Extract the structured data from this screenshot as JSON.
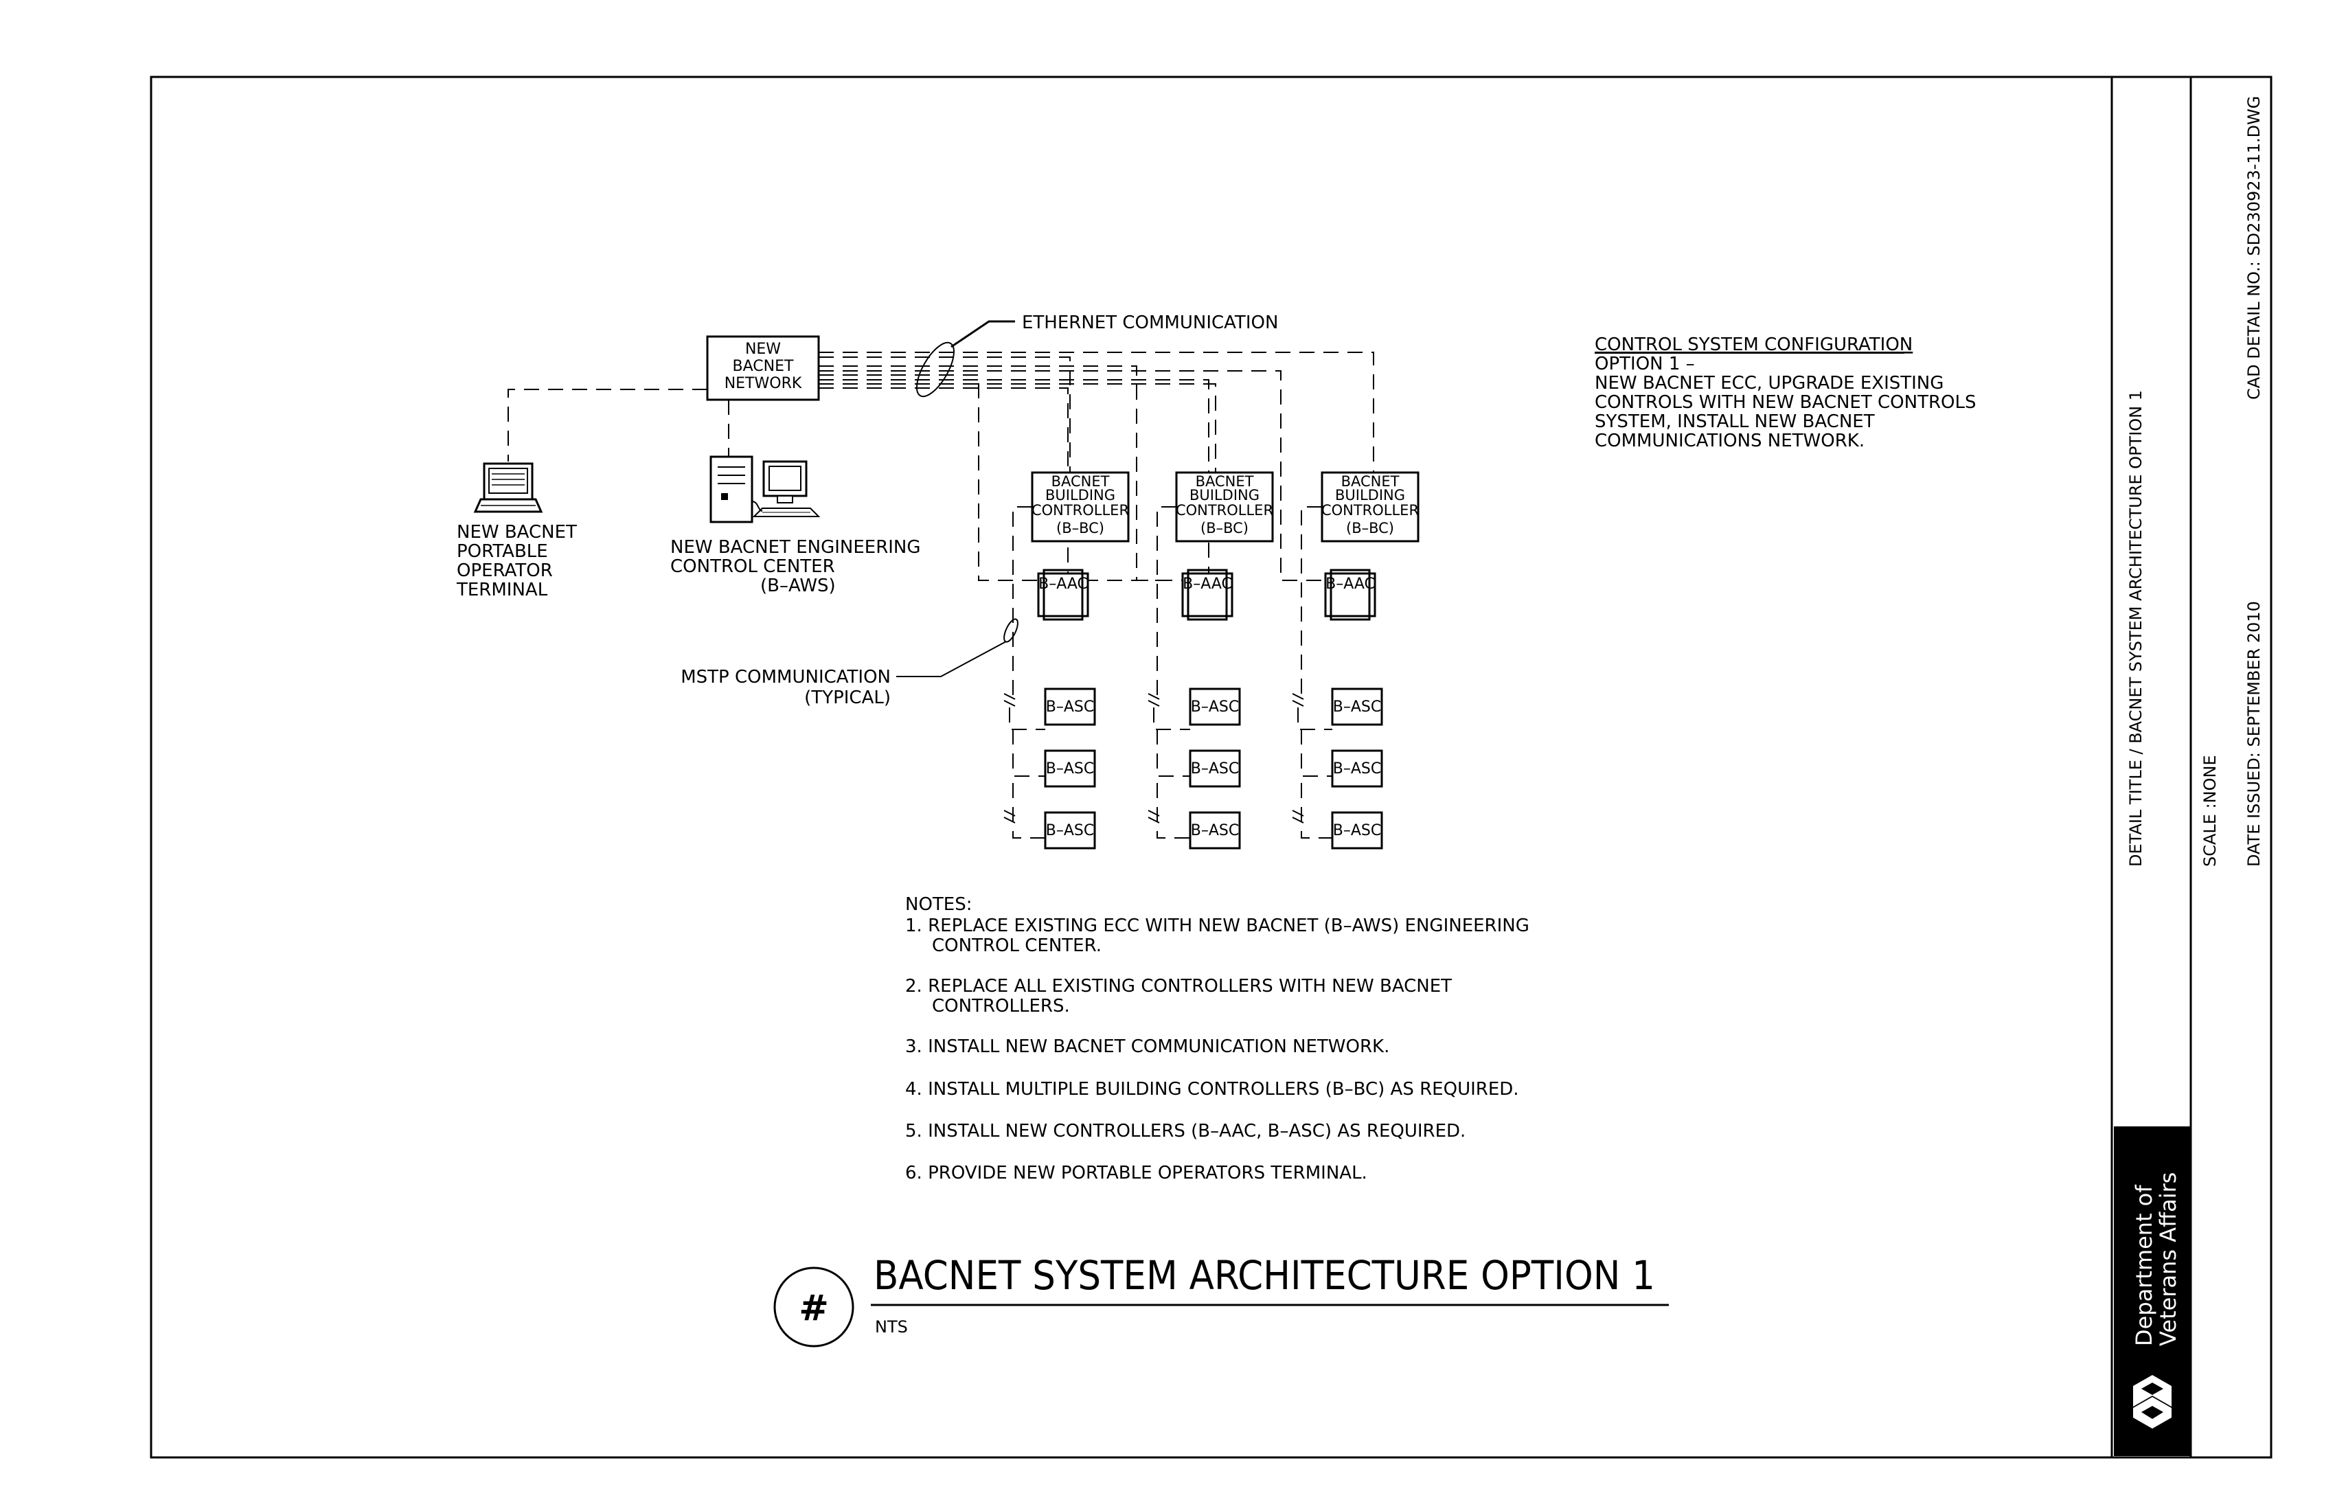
{
  "diagram": {
    "network": {
      "lines": [
        "NEW",
        "BACNET",
        "NETWORK"
      ]
    },
    "ethernet_label": "ETHERNET COMMUNICATION",
    "portable_terminal_label": [
      "NEW BACNET",
      "PORTABLE",
      "OPERATOR",
      "TERMINAL"
    ],
    "engineering_center_label": [
      "NEW BACNET ENGINEERING",
      "CONTROL CENTER",
      "(B–AWS)"
    ],
    "building_controller_lines": [
      "BACNET",
      "BUILDING",
      "CONTROLLER",
      "(B–BC)"
    ],
    "aac_label": "B–AAC",
    "asc_label": "B–ASC",
    "mstp_label": [
      "MSTP COMMUNICATION",
      "(TYPICAL)"
    ]
  },
  "configuration": {
    "heading": "CONTROL SYSTEM CONFIGURATION",
    "lines": [
      "OPTION 1 –",
      "NEW BACNET ECC, UPGRADE EXISTING",
      "CONTROLS WITH NEW BACNET CONTROLS",
      "SYSTEM, INSTALL NEW BACNET",
      "COMMUNICATIONS NETWORK."
    ]
  },
  "notes": {
    "heading": "NOTES:",
    "items": [
      [
        "1. REPLACE EXISTING ECC WITH NEW BACNET (B–AWS) ENGINEERING",
        "CONTROL CENTER."
      ],
      [
        "2. REPLACE ALL EXISTING CONTROLLERS WITH NEW BACNET",
        "CONTROLLERS."
      ],
      [
        "3. INSTALL NEW BACNET COMMUNICATION NETWORK."
      ],
      [
        "4. INSTALL MULTIPLE BUILDING CONTROLLERS (B–BC) AS REQUIRED."
      ],
      [
        "5. INSTALL NEW CONTROLLERS (B–AAC, B–ASC) AS REQUIRED."
      ],
      [
        "6. PROVIDE NEW PORTABLE OPERATORS TERMINAL."
      ]
    ]
  },
  "title_block": {
    "detail_symbol": "#",
    "title": "BACNET SYSTEM ARCHITECTURE OPTION 1",
    "subtitle": "NTS"
  },
  "sidebar": {
    "detail_title": "DETAIL TITLE / BACNET SYSTEM ARCHITECTURE OPTION 1",
    "scale": "SCALE :NONE",
    "date_issued": "DATE ISSUED: SEPTEMBER 2010",
    "cad_detail": "CAD DETAIL NO.: SD230923-11.DWG",
    "agency_line1": "Department of",
    "agency_line2": "Veterans Affairs",
    "colors": {
      "logo_panel": "#000000",
      "logo_text": "#ffffff"
    }
  }
}
